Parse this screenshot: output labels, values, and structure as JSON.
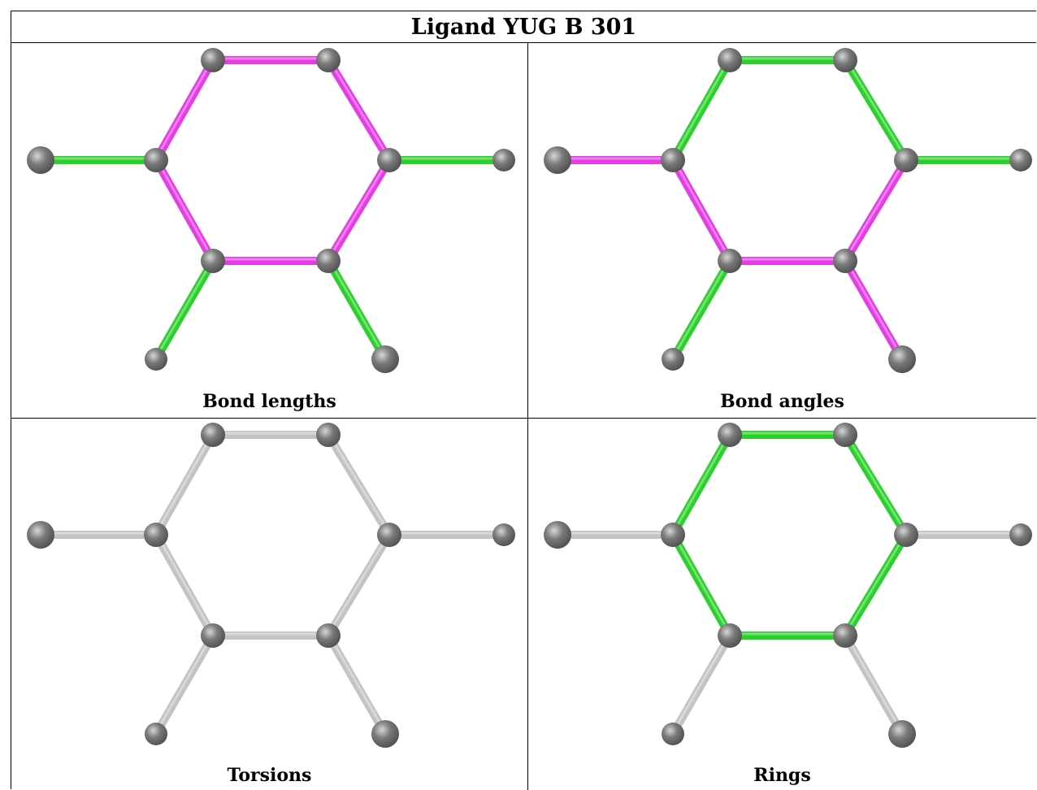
{
  "title": "Ligand YUG B 301",
  "colors": {
    "atom": "#7a7a7a",
    "green": "#2bd12b",
    "magenta": "#e53ce5",
    "gray": "#c3c3c3"
  },
  "panels": [
    {
      "caption": "Bond lengths",
      "bond_colors": [
        "magenta",
        "magenta",
        "magenta",
        "magenta",
        "magenta",
        "magenta",
        "green",
        "green",
        "green",
        "green"
      ]
    },
    {
      "caption": "Bond angles",
      "bond_colors": [
        "green",
        "green",
        "magenta",
        "magenta",
        "magenta",
        "green",
        "magenta",
        "green",
        "green",
        "magenta"
      ]
    },
    {
      "caption": "Torsions",
      "bond_colors": [
        "gray",
        "gray",
        "gray",
        "gray",
        "gray",
        "gray",
        "gray",
        "gray",
        "gray",
        "gray"
      ]
    },
    {
      "caption": "Rings",
      "bond_colors": [
        "green",
        "green",
        "green",
        "green",
        "green",
        "green",
        "gray",
        "gray",
        "gray",
        "gray"
      ]
    }
  ]
}
